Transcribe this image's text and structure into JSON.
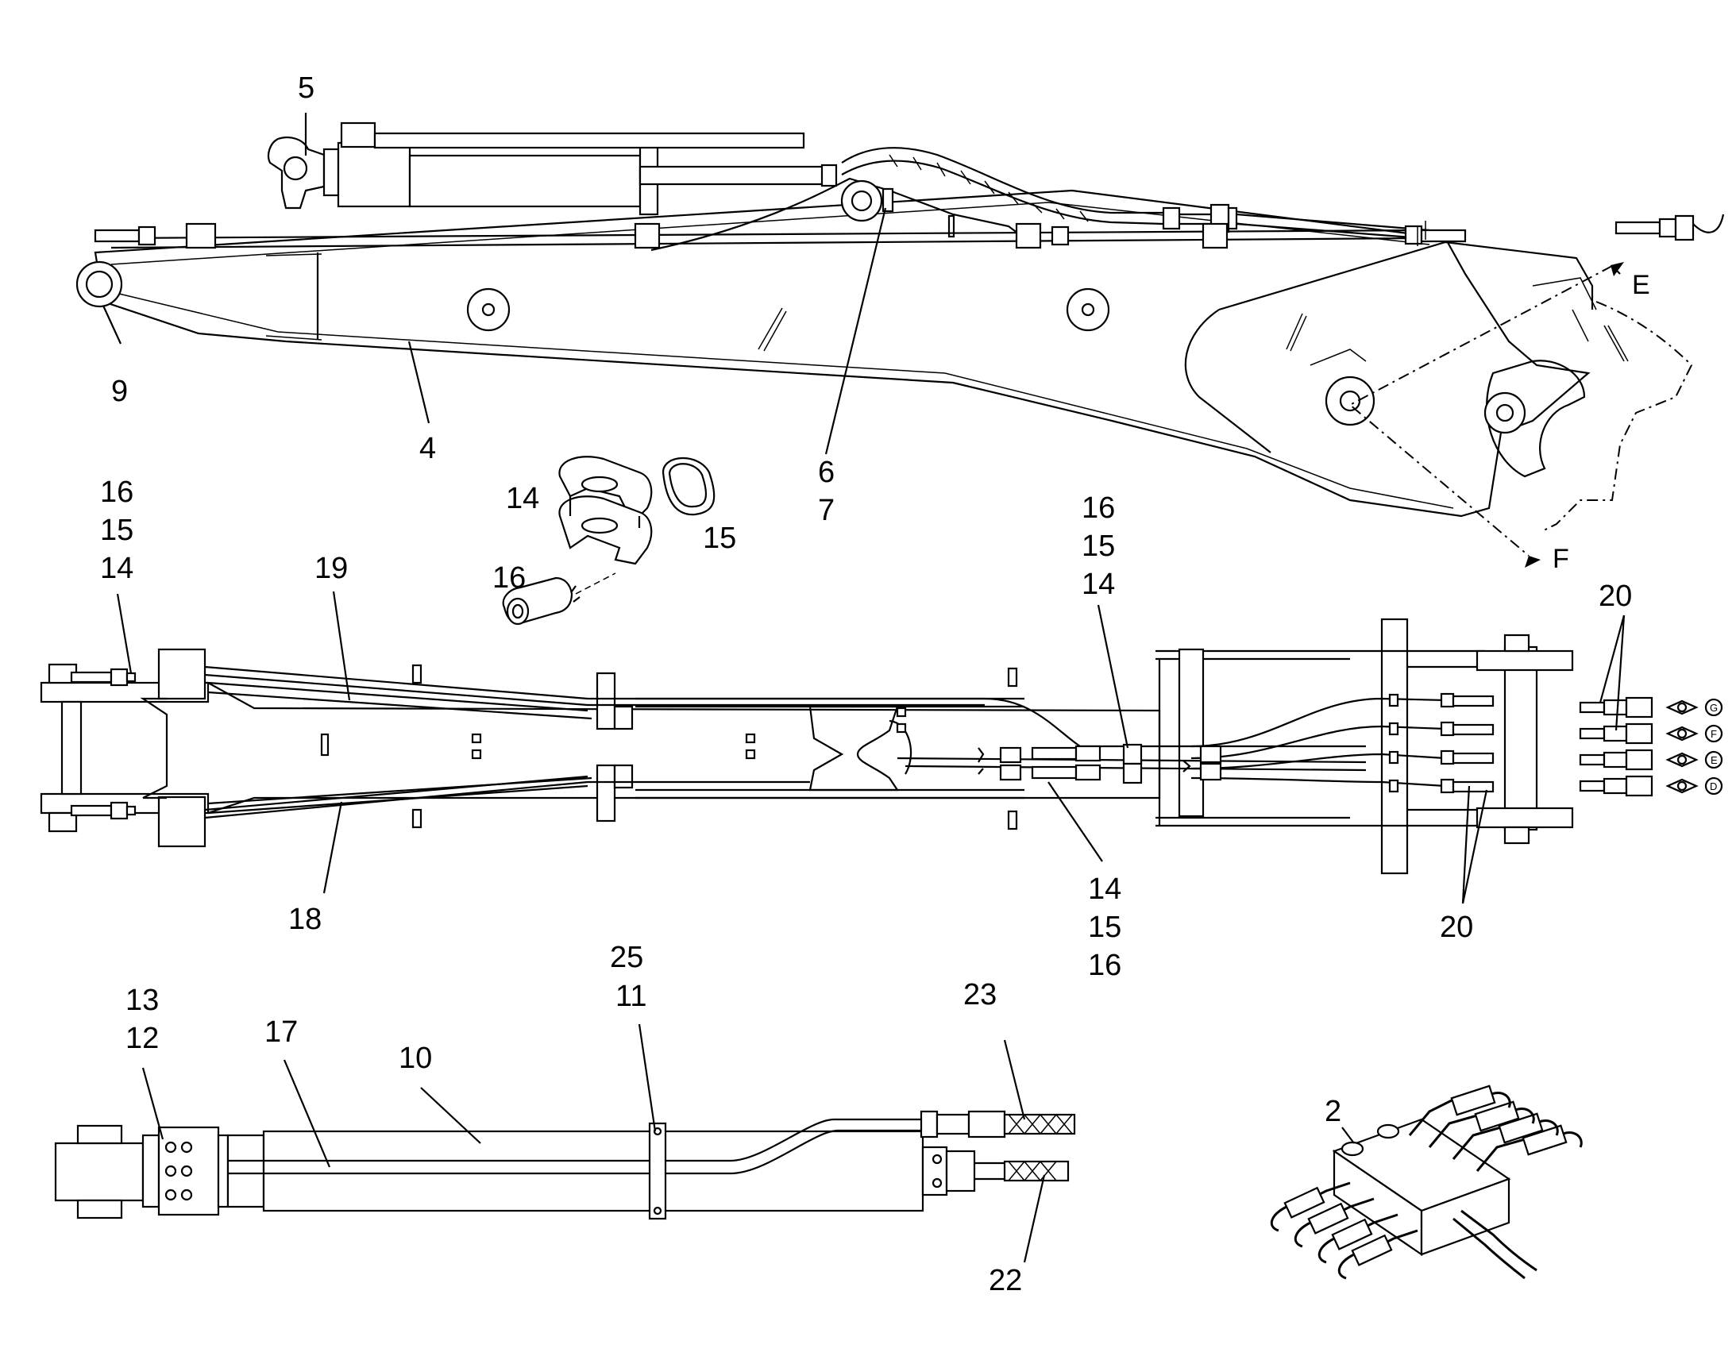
{
  "diagram": {
    "callouts": {
      "n2": "2",
      "n4": "4",
      "n5": "5",
      "n6": "6",
      "n7": "7",
      "n9": "9",
      "n10": "10",
      "n11": "11",
      "n12": "12",
      "n13": "13",
      "n14a": "14",
      "n15a": "15",
      "n16a": "16",
      "n14b": "14",
      "n15b": "15",
      "n16b": "16",
      "n14c": "14",
      "n15c": "15",
      "n16c": "16",
      "n14d": "14",
      "n15d": "15",
      "n16d": "16",
      "n17": "17",
      "n18": "18",
      "n19": "19",
      "n20a": "20",
      "n20b": "20",
      "n22": "22",
      "n23": "23",
      "n25": "25"
    },
    "section_marks": {
      "e": "E",
      "f": "F"
    },
    "ports": [
      "G",
      "F",
      "E",
      "D"
    ]
  }
}
